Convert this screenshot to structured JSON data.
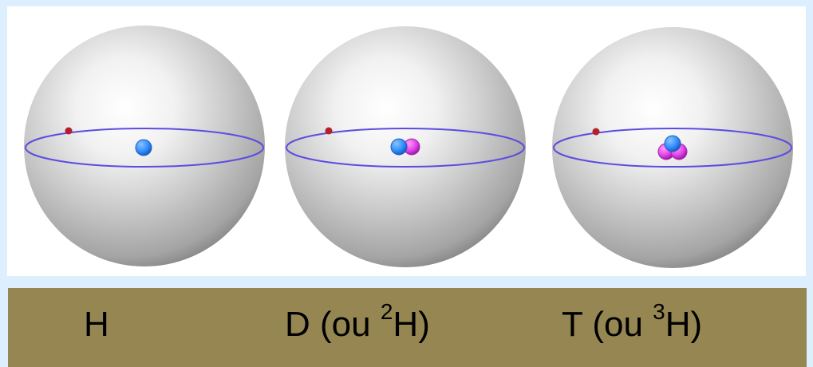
{
  "isotopes": [
    {
      "name": "H",
      "symbol": "H",
      "alt_text": "",
      "protons": 1,
      "neutrons": 0,
      "electrons": 1
    },
    {
      "name": "D",
      "symbol": "D",
      "alt_prefix": " (ou ",
      "alt_superscript": "2",
      "alt_base": "H",
      "alt_suffix": ")",
      "protons": 1,
      "neutrons": 1,
      "electrons": 1
    },
    {
      "name": "T",
      "symbol": "T",
      "alt_prefix": " (ou ",
      "alt_superscript": "3",
      "alt_base": "H",
      "alt_suffix": ")",
      "protons": 1,
      "neutrons": 2,
      "electrons": 1
    }
  ],
  "colors": {
    "background": "#ddeefe",
    "panel": "#ffffff",
    "label_bar": "#968752",
    "orbit": "#5b4ce0",
    "electron": "#b3202a",
    "proton": "#2f8cff",
    "neutron": "#e040e9",
    "sphere_highlight": "#ffffff",
    "sphere_shadow": "#6f6f6f"
  }
}
